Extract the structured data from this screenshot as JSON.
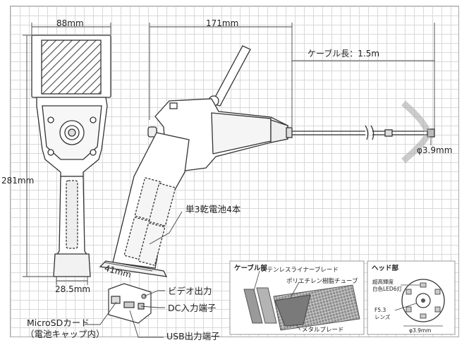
{
  "dimensions": {
    "width": "88mm",
    "length": "171mm",
    "height": "281mm",
    "grip": "28.5mm",
    "battery_depth": "41mm",
    "cable_length": "ケーブル長：1.5m",
    "head_diameter": "φ3.9mm"
  },
  "callouts": {
    "battery": "単3乾電池4本",
    "video_out": "ビデオ出力",
    "dc_in": "DC入力端子",
    "microsd_line1": "MicroSDカード",
    "microsd_line2": "（電池キャップ内）",
    "usb_out": "USB出力端子"
  },
  "cable_panel": {
    "title": "ケーブル部",
    "layer1": "ステンレスライナーブレード",
    "layer2": "ポリエチレン樹脂チューブ",
    "layer3": "メタルブレード"
  },
  "head_panel": {
    "title": "ヘッド部",
    "led_line1": "超高輝度",
    "led_line2": "白色LED6灯",
    "lens_line1": "F5.3",
    "lens_line2": "レンズ",
    "diameter": "φ3.9mm"
  }
}
